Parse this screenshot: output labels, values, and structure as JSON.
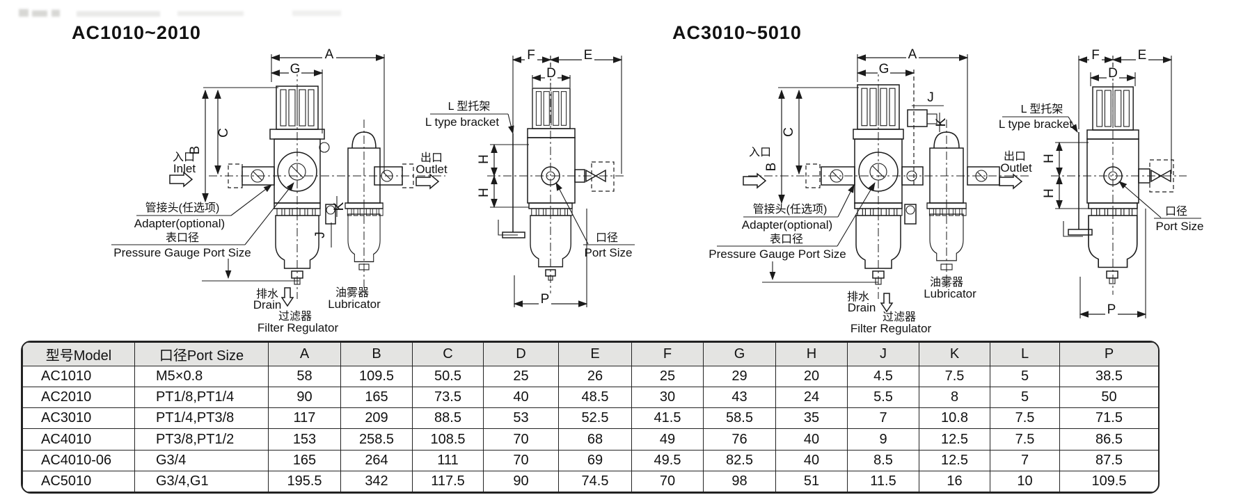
{
  "groups": [
    {
      "title": "AC1010~2010"
    },
    {
      "title": "AC3010~5010"
    }
  ],
  "dims": {
    "a": "A",
    "b": "B",
    "c": "C",
    "d": "D",
    "e": "E",
    "f": "F",
    "g": "G",
    "h": "H",
    "j": "J",
    "k": "K",
    "l": "L",
    "p": "P"
  },
  "ann": {
    "inlet_cn": "入口",
    "inlet_en": "Inlet",
    "outlet_cn": "出口",
    "outlet_en": "Outlet",
    "adapter_cn": "管接头(任选项)",
    "adapter_en": "Adapter(optional)",
    "gauge_cn": "表口径",
    "gauge_en": "Pressure Gauge Port Size",
    "drain_cn": "排水",
    "drain_en": "Drain",
    "lubricator_cn": "油雾器",
    "lubricator_en": "Lubricator",
    "filter_cn": "过滤器",
    "filter_en": "Filter Regulator",
    "bracket_cn": "L 型托架",
    "bracket_en": "L type bracket",
    "port_cn": "口径",
    "port_en": "Port Size"
  },
  "table": {
    "header_bg": "#e4e4e2",
    "headers": [
      "型号Model",
      "口径Port Size",
      "A",
      "B",
      "C",
      "D",
      "E",
      "F",
      "G",
      "H",
      "J",
      "K",
      "L",
      "P"
    ],
    "rows": [
      [
        "AC1010",
        "M5×0.8",
        "58",
        "109.5",
        "50.5",
        "25",
        "26",
        "25",
        "29",
        "20",
        "4.5",
        "7.5",
        "5",
        "38.5"
      ],
      [
        "AC2010",
        "PT1/8,PT1/4",
        "90",
        "165",
        "73.5",
        "40",
        "48.5",
        "30",
        "43",
        "24",
        "5.5",
        "8",
        "5",
        "50"
      ],
      [
        "AC3010",
        "PT1/4,PT3/8",
        "117",
        "209",
        "88.5",
        "53",
        "52.5",
        "41.5",
        "58.5",
        "35",
        "7",
        "10.8",
        "7.5",
        "71.5"
      ],
      [
        "AC4010",
        "PT3/8,PT1/2",
        "153",
        "258.5",
        "108.5",
        "70",
        "68",
        "49",
        "76",
        "40",
        "9",
        "12.5",
        "7.5",
        "86.5"
      ],
      [
        "AC4010-06",
        "G3/4",
        "165",
        "264",
        "111",
        "70",
        "69",
        "49.5",
        "82.5",
        "40",
        "8.5",
        "12.5",
        "7",
        "87.5"
      ],
      [
        "AC5010",
        "G3/4,G1",
        "195.5",
        "342",
        "117.5",
        "90",
        "74.5",
        "70",
        "98",
        "51",
        "11.5",
        "16",
        "10",
        "109.5"
      ]
    ]
  }
}
